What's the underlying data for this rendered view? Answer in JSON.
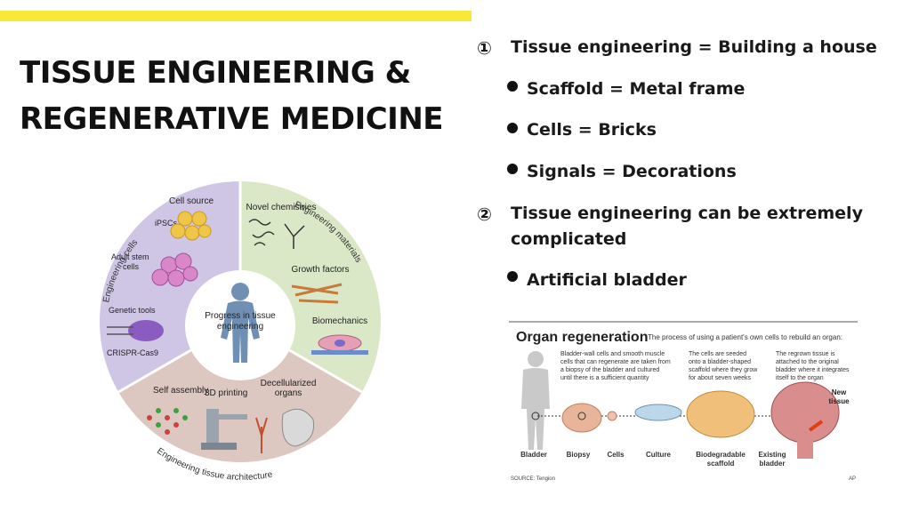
{
  "slide": {
    "title_line1": "TISSUE ENGINEERING &",
    "title_line2": "REGENERATIVE MEDICINE"
  },
  "bullets": {
    "p1_marker": "①",
    "p1_text": "Tissue engineering = Building a house",
    "b1": "Scaffold = Metal frame",
    "b2": "Cells = Bricks",
    "b3": "Signals = Decorations",
    "p2_marker": "②",
    "p2_line1": "Tissue engineering can be extremely",
    "p2_line2": "complicated",
    "b4": "Artificial bladder"
  },
  "wheel": {
    "center_line1": "Progress in tissue",
    "center_line2": "engineering",
    "seg_cells": "Engineering cells",
    "seg_materials": "Engineering materials",
    "seg_architecture": "Engineering tissue architecture",
    "cell_source": "Cell source",
    "ipscs": "iPSCs",
    "adult_stem_1": "Adult stem",
    "adult_stem_2": "cells",
    "genetic_tools": "Genetic tools",
    "crispr": "CRISPR-Cas9",
    "novel_chem": "Novel chemistries",
    "growth_factors": "Growth factors",
    "biomechanics": "Biomechanics",
    "self_assembly": "Self assembly",
    "printing_3d": "3D printing",
    "decell_1": "Decellularized",
    "decell_2": "organs",
    "colors": {
      "cells": "#cfc6e6",
      "materials": "#dbe8c7",
      "architecture": "#dcc7c1"
    }
  },
  "organ": {
    "title": "Organ regeneration",
    "subtitle": "The process of using a patient's own cells to rebuild an organ:",
    "desc1": [
      "Bladder-wall cells and smooth muscle",
      "cells that can regenerate are taken from",
      "a biopsy of the bladder and cultured",
      "until there is a sufficient quantity"
    ],
    "desc2": [
      "The cells are seeded",
      "onto a bladder-shaped",
      "scaffold where they grow",
      "for about seven weeks"
    ],
    "desc3": [
      "The regrown tissue is",
      "attached to the original",
      "bladder where it integrates",
      "itself to the organ"
    ],
    "new_tissue_1": "New",
    "new_tissue_2": "tissue",
    "labels": {
      "bladder": "Bladder",
      "biopsy": "Biopsy",
      "cells": "Cells",
      "culture": "Culture",
      "scaffold_1": "Biodegradable",
      "scaffold_2": "scaffold",
      "existing_1": "Existing",
      "existing_2": "bladder"
    },
    "source": "SOURCE: Tengion",
    "credit": "AP"
  }
}
